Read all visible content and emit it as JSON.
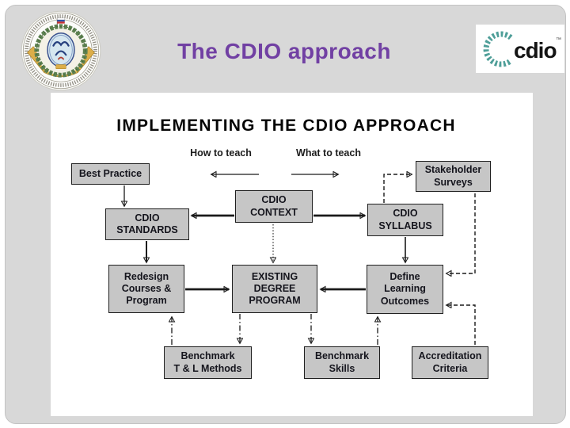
{
  "header": {
    "slide_title": "The CDIO approach",
    "university_seal": "tomsk-polytechnic-university-seal",
    "cdio_logo": {
      "wordmark": "cdio",
      "trademark": "™"
    }
  },
  "diagram": {
    "title": "IMPLEMENTING THE CDIO APPROACH",
    "column_labels": [
      {
        "text": "How to teach",
        "arrow_direction": "left"
      },
      {
        "text": "What to teach",
        "arrow_direction": "right"
      }
    ],
    "nodes": {
      "best_practice": "Best Practice",
      "stakeholder_surveys": "Stakeholder\nSurveys",
      "cdio_context": "CDIO\nCONTEXT",
      "cdio_standards": "CDIO\nSTANDARDS",
      "cdio_syllabus": "CDIO\nSYLLABUS",
      "redesign_courses": "Redesign\nCourses &\nProgram",
      "existing_degree": "EXISTING\nDEGREE\nPROGRAM",
      "define_outcomes": "Define\nLearning\nOutcomes",
      "benchmark_tl": "Benchmark\nT & L Methods",
      "benchmark_skills": "Benchmark\nSkills",
      "accreditation": "Accreditation\nCriteria"
    },
    "edges": [
      {
        "from": "Best Practice",
        "to": "CDIO STANDARDS",
        "style": "solid"
      },
      {
        "from": "CDIO CONTEXT",
        "to": "CDIO STANDARDS",
        "style": "solid-bold"
      },
      {
        "from": "CDIO CONTEXT",
        "to": "CDIO SYLLABUS",
        "style": "solid-bold"
      },
      {
        "from": "CDIO CONTEXT",
        "to": "EXISTING DEGREE PROGRAM",
        "style": "dotted"
      },
      {
        "from": "CDIO STANDARDS",
        "to": "Redesign Courses & Program",
        "style": "solid"
      },
      {
        "from": "CDIO SYLLABUS",
        "to": "Define Learning Outcomes",
        "style": "solid"
      },
      {
        "from": "CDIO SYLLABUS",
        "to": "Stakeholder Surveys",
        "style": "dashed"
      },
      {
        "from": "Stakeholder Surveys",
        "to": "Define Learning Outcomes",
        "style": "dashed"
      },
      {
        "from": "Accreditation Criteria",
        "to": "Define Learning Outcomes",
        "style": "dashed"
      },
      {
        "from": "Redesign Courses & Program",
        "to": "EXISTING DEGREE PROGRAM",
        "style": "solid-bold"
      },
      {
        "from": "Define Learning Outcomes",
        "to": "EXISTING DEGREE PROGRAM",
        "style": "solid-bold"
      },
      {
        "from": "Benchmark T & L Methods",
        "to": "Redesign Courses & Program",
        "style": "dash-dot"
      },
      {
        "from": "EXISTING DEGREE PROGRAM",
        "to": "Benchmark T & L Methods",
        "style": "dash-dot"
      },
      {
        "from": "EXISTING DEGREE PROGRAM",
        "to": "Benchmark Skills",
        "style": "dash-dot"
      },
      {
        "from": "Benchmark Skills",
        "to": "Define Learning Outcomes",
        "style": "dash-dot"
      }
    ]
  },
  "colors": {
    "slide_background": "#d8d8d8",
    "panel_background": "#ffffff",
    "slide_title_purple": "#7140a3",
    "node_fill": "#c6c6c6",
    "node_border": "#1f1f1f",
    "connector": "#1a1a1a",
    "cdio_teal": "#4e9e98",
    "seal_gold": "#dcae49",
    "seal_green": "#5d8050"
  }
}
